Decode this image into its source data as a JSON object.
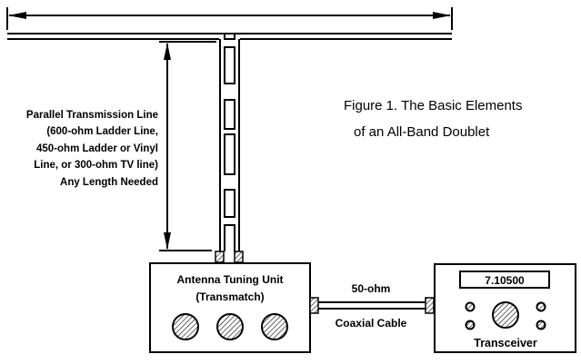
{
  "figure": {
    "title_line1": "Figure 1.  The Basic Elements",
    "title_line2": "of an All-Band Doublet"
  },
  "feedline_label": {
    "lines": [
      "Parallel Transmission Line",
      "(600-ohm Ladder Line,",
      "450-ohm Ladder or Vinyl",
      "Line, or 300-ohm TV line)",
      "Any Length Needed"
    ]
  },
  "atu": {
    "title": "Antenna Tuning Unit",
    "subtitle": "(Transmatch)",
    "knob_count": 3
  },
  "coax": {
    "label_top": "50-ohm",
    "label_bottom": "Coaxial Cable"
  },
  "transceiver": {
    "display_value": "7.10500",
    "label": "Transceiver",
    "small_knob_count": 4,
    "large_knob_count": 1
  },
  "colors": {
    "line": "#000000",
    "background": "#ffffff"
  }
}
